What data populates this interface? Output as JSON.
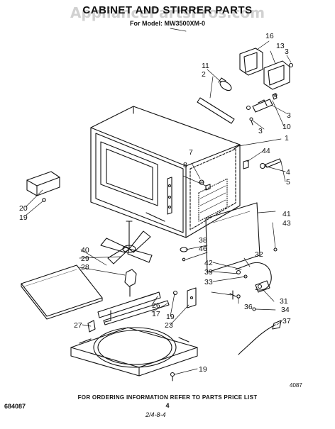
{
  "header": {
    "title": "CABINET AND STIRRER PARTS",
    "subtitle": "For Model: MW3500XM-0",
    "watermark": "AppliancePartsPros.com"
  },
  "footer": {
    "note": "FOR ORDERING INFORMATION REFER TO PARTS PRICE LIST",
    "doc_number": "684087",
    "page_number": "4",
    "date_code": "2/4-8-4",
    "figure_code": "4087"
  },
  "callouts": [
    "1",
    "2",
    "3",
    "3",
    "3",
    "3",
    "4",
    "5",
    "7",
    "8",
    "10",
    "11",
    "13",
    "16",
    "17",
    "19",
    "19",
    "19",
    "20",
    "23",
    "26",
    "27",
    "28",
    "29",
    "31",
    "32",
    "33",
    "34",
    "36",
    "37",
    "38",
    "39",
    "40",
    "41",
    "42",
    "43",
    "44",
    "46"
  ]
}
